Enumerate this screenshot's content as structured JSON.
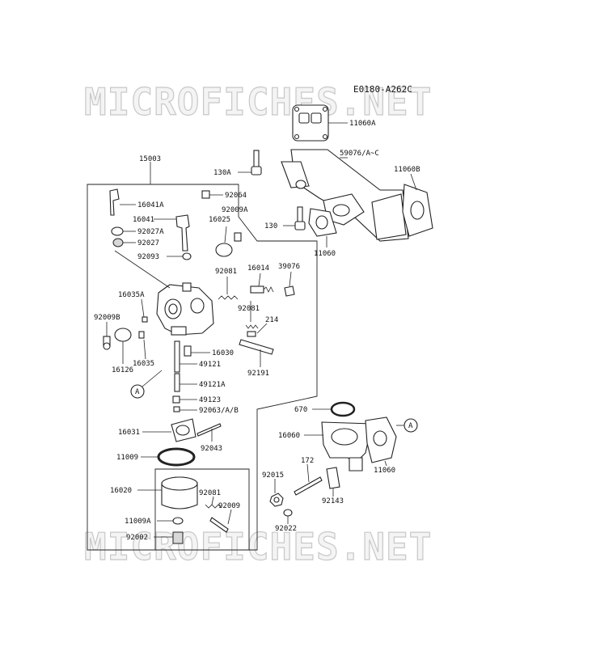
{
  "reference_code": "E0180-A262C",
  "watermark_text": "MICROFICHES.NET",
  "parts": {
    "p11060A": "11060A",
    "p59076": "59076/A~C",
    "p11060B": "11060B",
    "p130A": "130A",
    "p130": "130",
    "p11060_top": "11060",
    "p15003": "15003",
    "p16041A": "16041A",
    "p92064": "92064",
    "p16041": "16041",
    "p92009A": "92009A",
    "p16025": "16025",
    "p92027A": "92027A",
    "p92027": "92027",
    "p92093": "92093",
    "p92081_a": "92081",
    "p16014": "16014",
    "p39076": "39076",
    "p16035A": "16035A",
    "p92081_b": "92081",
    "p92009B": "92009B",
    "p214": "214",
    "p16035": "16035",
    "p16126": "16126",
    "p16030": "16030",
    "p49121": "49121",
    "p92191": "92191",
    "p49121A": "49121A",
    "p49123": "49123",
    "p92063": "92063/A/B",
    "p670": "670",
    "p16031": "16031",
    "p92043": "92043",
    "p16060": "16060",
    "p11009": "11009",
    "p11060_bot": "11060",
    "p172": "172",
    "p92015": "92015",
    "p16020": "16020",
    "p92081_c": "92081",
    "p92009": "92009",
    "p92143": "92143",
    "p11009A": "11009A",
    "p92022": "92022",
    "p92002": "92002",
    "callout_a1": "A",
    "callout_a2": "A"
  }
}
